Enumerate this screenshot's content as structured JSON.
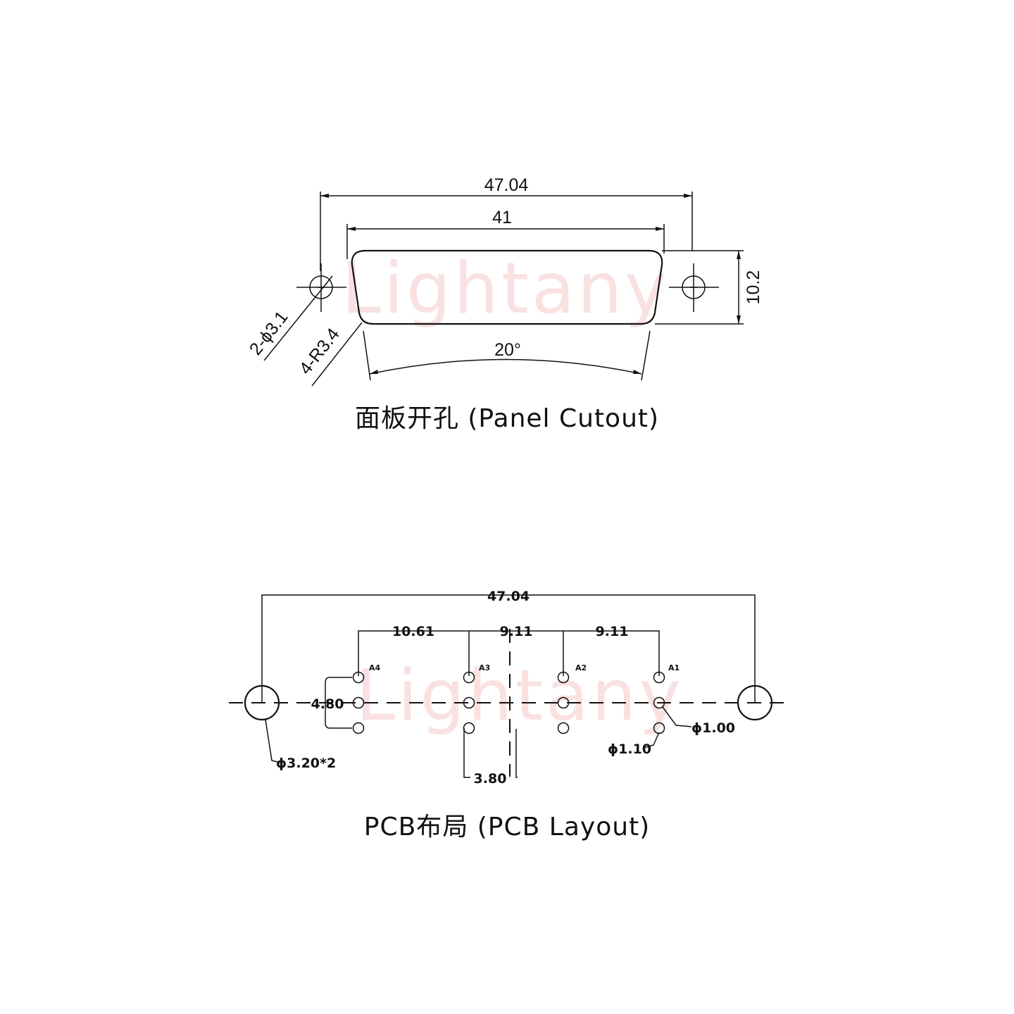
{
  "brand": {
    "watermark": "Lightany",
    "watermark_color": "#f7c9c9"
  },
  "panel": {
    "caption": "面板开孔 (Panel Cutout)",
    "dims": {
      "overall_width": "47.04",
      "cutout_width": "41",
      "height": "10.2",
      "angle": "20°",
      "hole_diameter": "2-ϕ3.1",
      "corner_radius": "4-R3.4"
    }
  },
  "pcb": {
    "caption": "PCB布局 (PCB Layout)",
    "dims": {
      "overall_width": "47.04",
      "pitch_1": "10.61",
      "pitch_2": "9.11",
      "pitch_3": "9.11",
      "left_pitch": "4.80",
      "row_offset": "3.80",
      "pin_hole": "ϕ1.00",
      "signal_hole": "ϕ1.10",
      "mount_hole": "ϕ3.20*2"
    },
    "pins": [
      "A4",
      "A3",
      "A2",
      "A1"
    ]
  }
}
